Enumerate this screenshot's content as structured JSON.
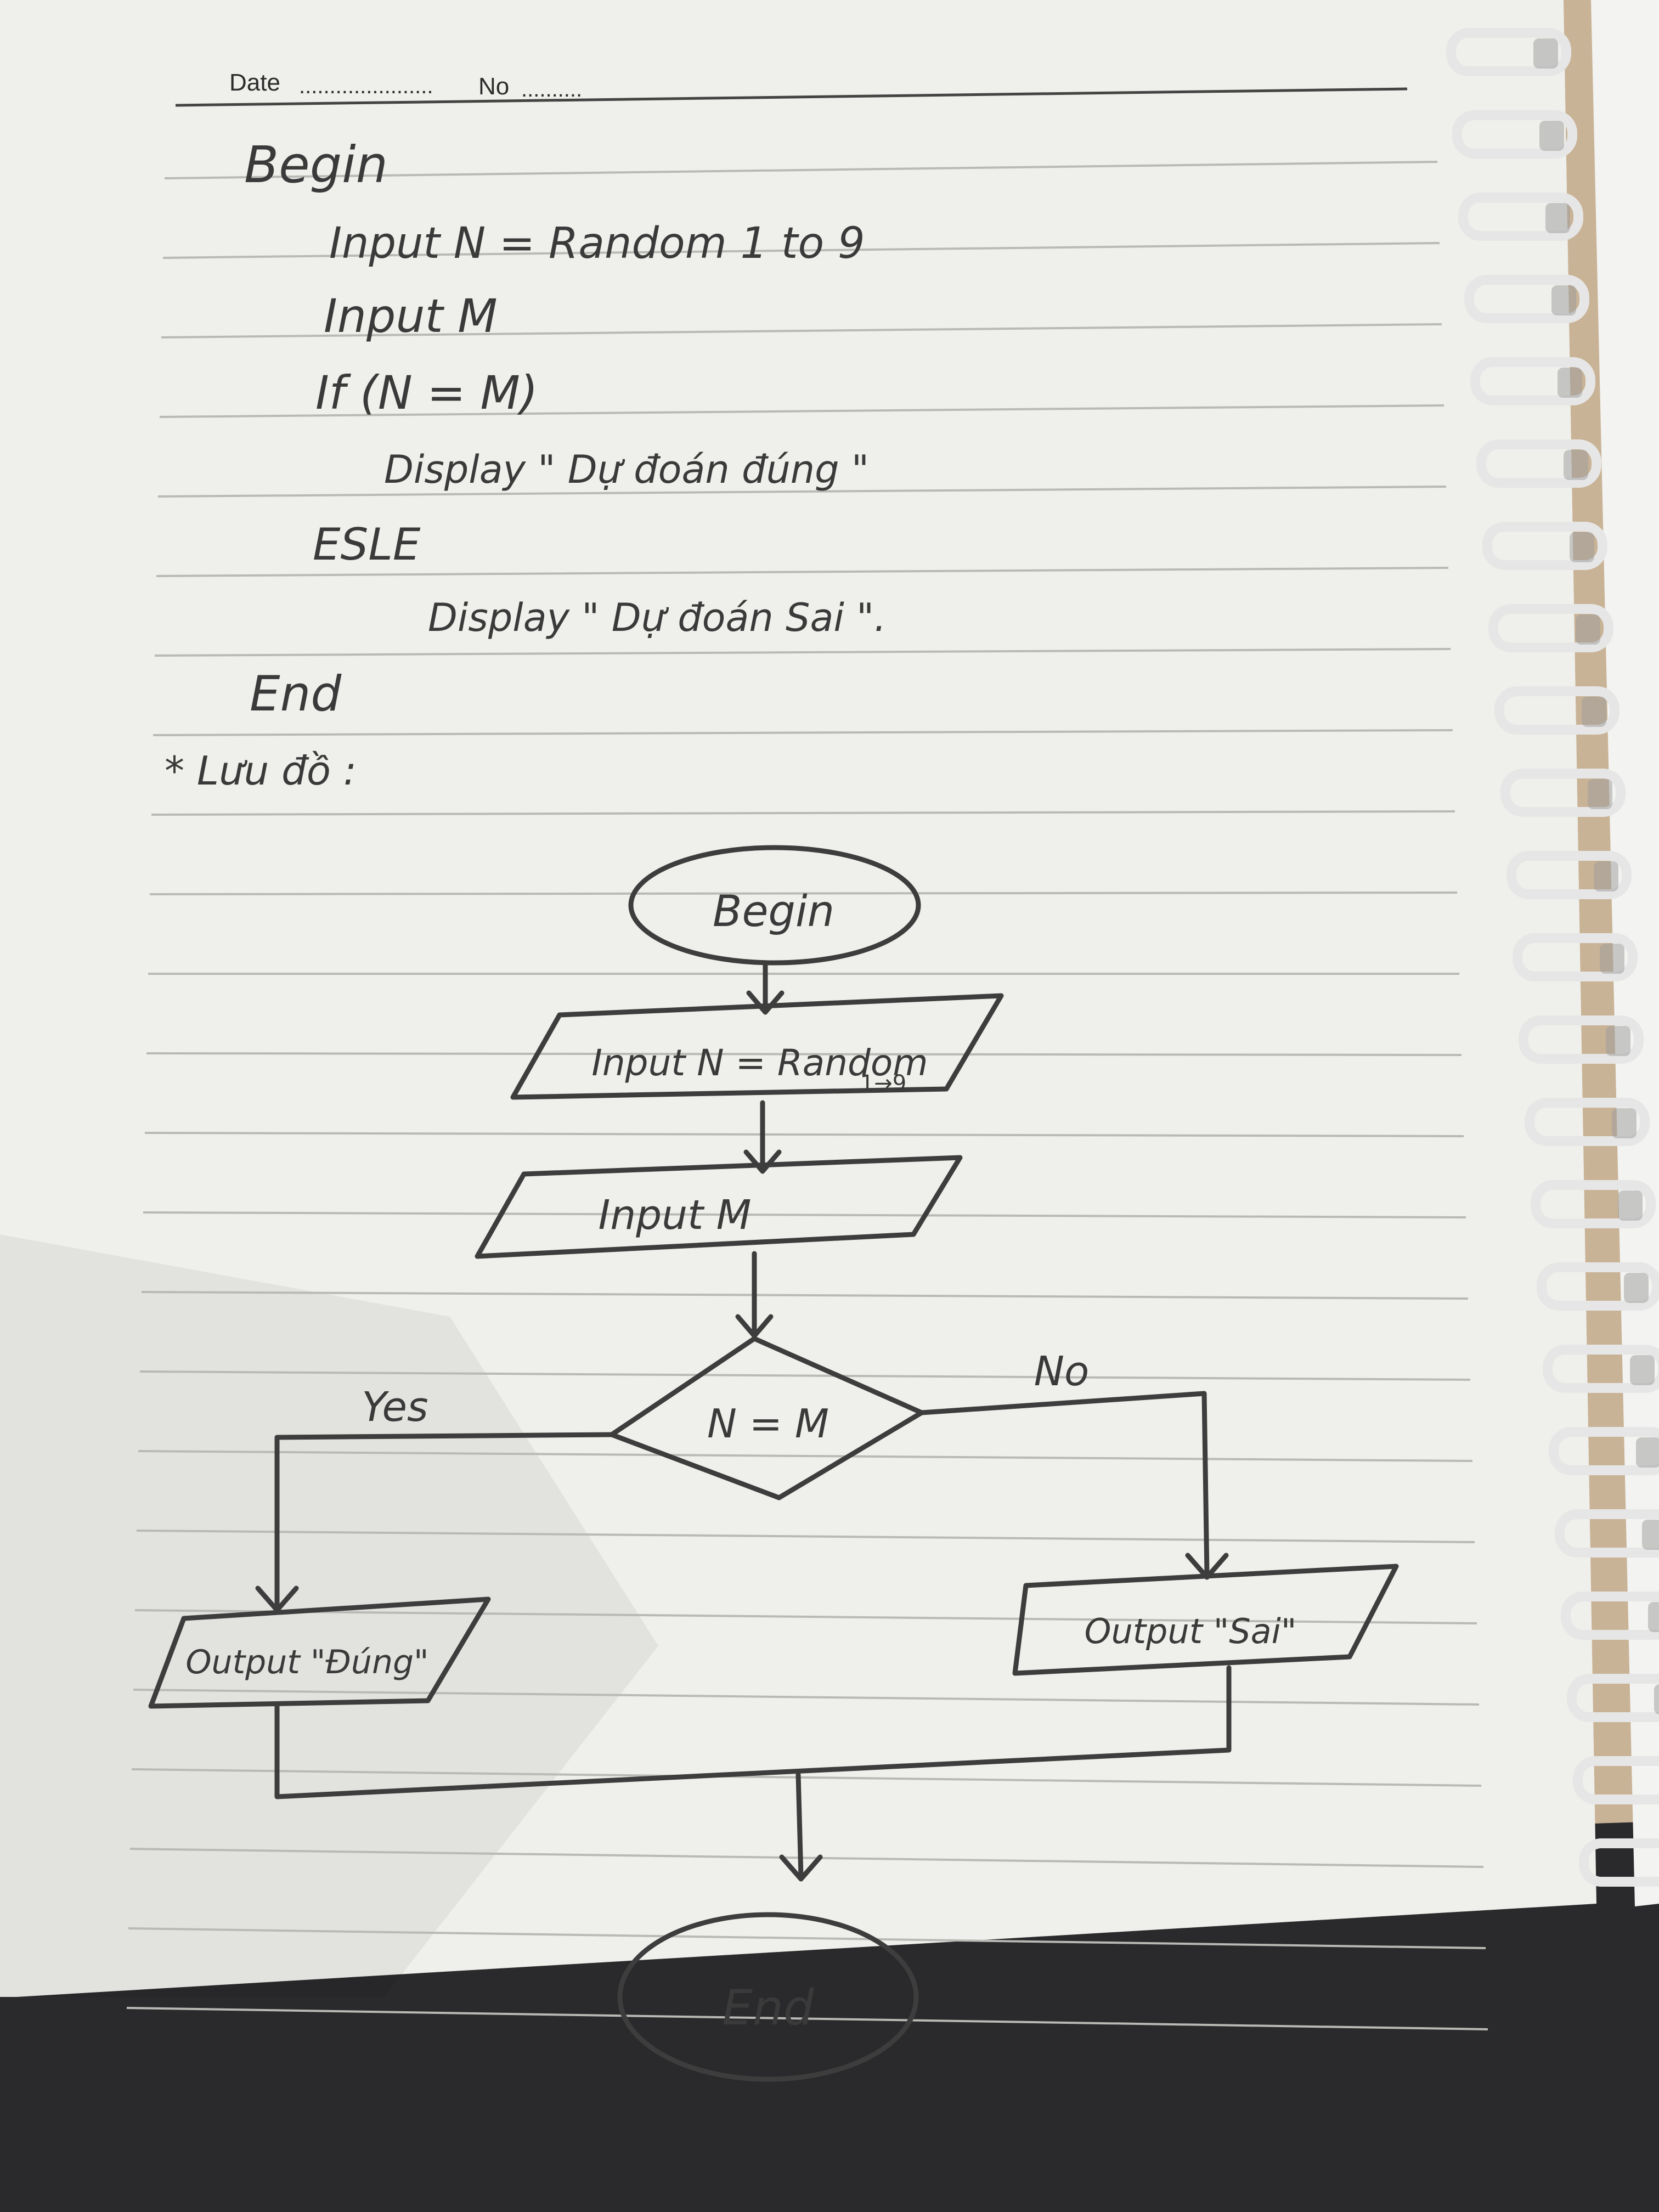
{
  "header": {
    "date_label": "Date",
    "date_dots": "......................",
    "no_label": "No",
    "no_dots": ".........."
  },
  "pseudocode": {
    "begin": "Begin",
    "line_input_n": "Input  N = Random  1 to 9",
    "line_input_m": "Input  M",
    "line_if": "If  (N = M)",
    "line_display_true": "Display  \" Dự đoán đúng \"",
    "line_else": "ESLE",
    "line_display_false": "Display  \" Dự đoán Sai \".",
    "end": "End"
  },
  "flowchart_heading": "* Lưu đồ :",
  "flowchart": {
    "begin": "Begin",
    "input_n": "Input N = Random",
    "input_n_range": "1→9",
    "input_m": "Input  M",
    "decision": "N = M",
    "yes_label": "Yes",
    "no_label": "No",
    "output_true": "Output \"Đúng\"",
    "output_false": "Output \"Sai\"",
    "end": "End"
  },
  "colors": {
    "paper": "#efefeb",
    "ink": "#3d3d3d",
    "rule_lines": "#b9b9b5",
    "table": "#2a2a2c",
    "wood": "#c9b396",
    "pen_red": "#c8201c",
    "spiral": "#e6e6e6"
  }
}
